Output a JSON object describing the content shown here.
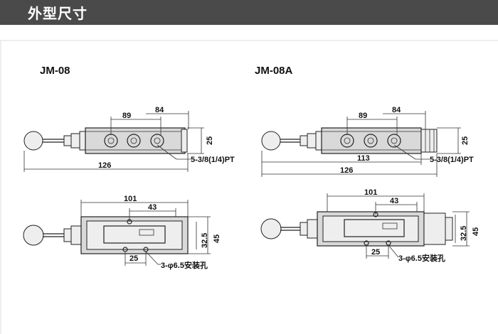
{
  "header": {
    "title": "外型尺寸"
  },
  "models": {
    "left": {
      "name": "JM-08",
      "side": {
        "dim_89": "89",
        "dim_84": "84",
        "dim_25": "25",
        "dim_total": "126",
        "port": "5-3/8(1/4)PT"
      },
      "top": {
        "dim_101": "101",
        "dim_43": "43",
        "dim_32_5": "32.5",
        "dim_45": "45",
        "dim_25": "25",
        "holes": "3-φ6.5安装孔"
      }
    },
    "right": {
      "name": "JM-08A",
      "side": {
        "dim_89": "89",
        "dim_84": "84",
        "dim_25": "25",
        "dim_113": "113",
        "dim_total": "126",
        "port": "5-3/8(1/4)PT"
      },
      "top": {
        "dim_101": "101",
        "dim_43": "43",
        "dim_32_5": "32.5",
        "dim_45": "45",
        "dim_25": "25",
        "holes": "3-φ6.5安装孔"
      }
    }
  },
  "colors": {
    "header_bg": "#4a4a4a",
    "header_text": "#ffffff",
    "line": "#222222"
  }
}
